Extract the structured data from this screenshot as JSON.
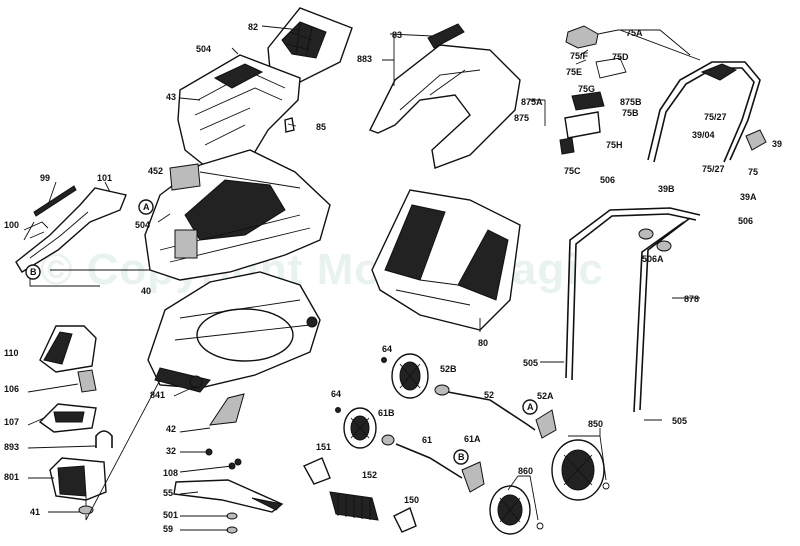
{
  "watermark": "© Copyright Mower Magic",
  "part_labels": [
    "82",
    "504",
    "43",
    "85",
    "83",
    "883",
    "75A",
    "75/F",
    "75D",
    "75E",
    "75G",
    "875A",
    "875B",
    "875",
    "75B",
    "75H",
    "75C",
    "506",
    "75/27",
    "39/04",
    "39",
    "75/27",
    "75",
    "39B",
    "39A",
    "506",
    "506A",
    "878",
    "99",
    "101",
    "100",
    "A",
    "B",
    "452",
    "504",
    "40",
    "110",
    "106",
    "107",
    "893",
    "801",
    "41",
    "841",
    "42",
    "32",
    "108",
    "55",
    "501",
    "59",
    "80",
    "64",
    "52B",
    "52",
    "52A",
    "A",
    "505",
    "505",
    "64",
    "61B",
    "61",
    "61A",
    "B",
    "850",
    "860",
    "151",
    "152",
    "150"
  ]
}
